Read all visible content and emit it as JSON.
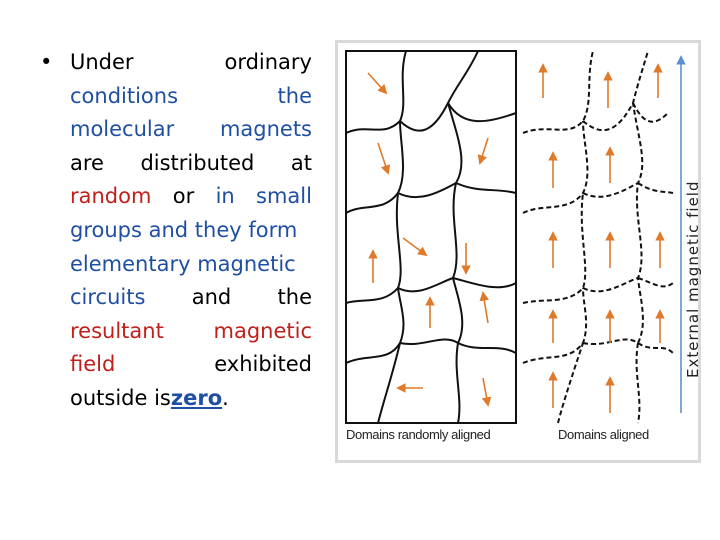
{
  "slide": {
    "bullet": "•",
    "text_words": {
      "w1": "Under",
      "w2": "ordinary",
      "w3": "conditions",
      "w4": "the",
      "w5": "molecular",
      "w6": "magnets",
      "w7": "are",
      "w8": "distributed",
      "w9": "at",
      "w10": "random",
      "w11": "or",
      "w12": "in",
      "w13": "small",
      "w14": "groups and they form",
      "w15": "elementary magnetic",
      "w16": "circuits",
      "w17": "and",
      "w18": "the",
      "w19": "resultant",
      "w20": "magnetic",
      "w21": "field",
      "w22": "exhibited",
      "w23": "outside is ",
      "w24": "zero",
      "w25": "."
    }
  },
  "figure": {
    "caption_left": "Domains randomly aligned",
    "caption_right": "Domains aligned",
    "side_label": "External magnetic field",
    "arrow_color": "#e07a2b",
    "field_arrow_color": "#5b8fd4"
  }
}
